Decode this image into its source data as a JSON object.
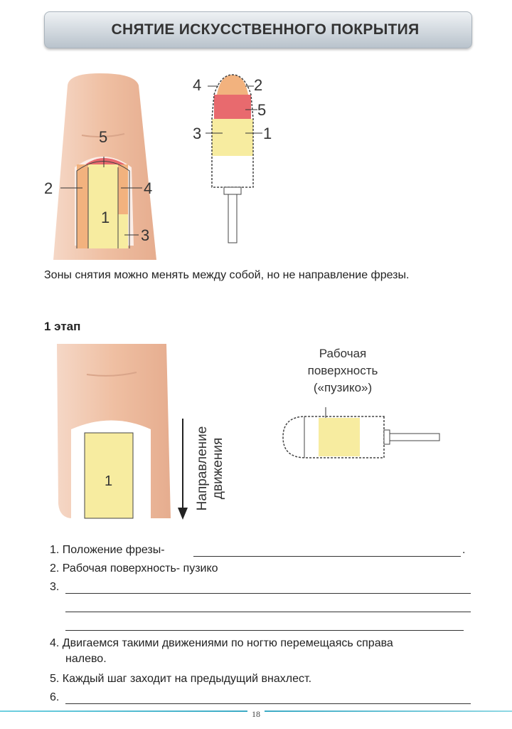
{
  "header": {
    "title": "СНЯТИЕ ИСКУССТВЕННОГО ПОКРЫТИЯ"
  },
  "diagram1": {
    "nail_labels": [
      "5",
      "2",
      "4",
      "1",
      "3"
    ],
    "bit_labels": [
      "4",
      "2",
      "5",
      "3",
      "1"
    ]
  },
  "caption": "Зоны снятия можно менять между собой, но не направление фрезы.",
  "stage": {
    "title": "1 этап"
  },
  "diagram2": {
    "zone_label": "1",
    "direction_line1": "Направление",
    "direction_line2": "движения",
    "surface_line1": "Рабочая",
    "surface_line2": "поверхность",
    "surface_line3": "(«пузико»)"
  },
  "list": {
    "item1": "1. Положение фрезы-",
    "item1_end": ".",
    "item2": "2. Рабочая поверхность- пузико",
    "item3": "3.",
    "item4_line1": "4. Двигаемся такими движениями по ногтю перемещаясь справа",
    "item4_line2": "налево.",
    "item5": "5. Каждый шаг заходит на предыдущий внахлест.",
    "item6": "6."
  },
  "footer": {
    "page": "18"
  },
  "colors": {
    "skin": "#f0c2a6",
    "yellow": "#f7eca0",
    "orange": "#f2b27e",
    "red": "#e86a6e",
    "footer_line": "#3aa9c4"
  }
}
